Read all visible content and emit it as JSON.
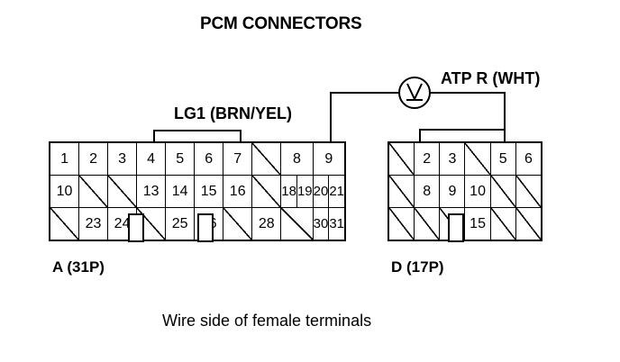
{
  "title": "PCM CONNECTORS",
  "lg1_label": "LG1 (BRN/YEL)",
  "atp_label": "ATP R (WHT)",
  "connector_a": {
    "label": "A (31P)",
    "rows": [
      [
        "1",
        "2",
        "3",
        "4",
        "5",
        "6",
        "7",
        "",
        "8",
        "9"
      ],
      [
        "10",
        "",
        "",
        "13",
        "14",
        "15",
        "16",
        "",
        "18|19",
        "20|21"
      ],
      [
        "",
        "23",
        "24",
        "",
        "25",
        "26",
        "",
        "28",
        "",
        "30|31"
      ]
    ]
  },
  "connector_d": {
    "label": "D (17P)",
    "rows": [
      [
        "",
        "2",
        "3",
        "",
        "5",
        "6"
      ],
      [
        "",
        "8",
        "9",
        "10",
        "",
        ""
      ],
      [
        "",
        "",
        "",
        "15",
        "",
        ""
      ]
    ]
  },
  "caption": "Wire side of female terminals",
  "colors": {
    "line": "#000000",
    "background": "#ffffff"
  },
  "icons": {
    "lamp": "indicator-lamp-icon"
  }
}
